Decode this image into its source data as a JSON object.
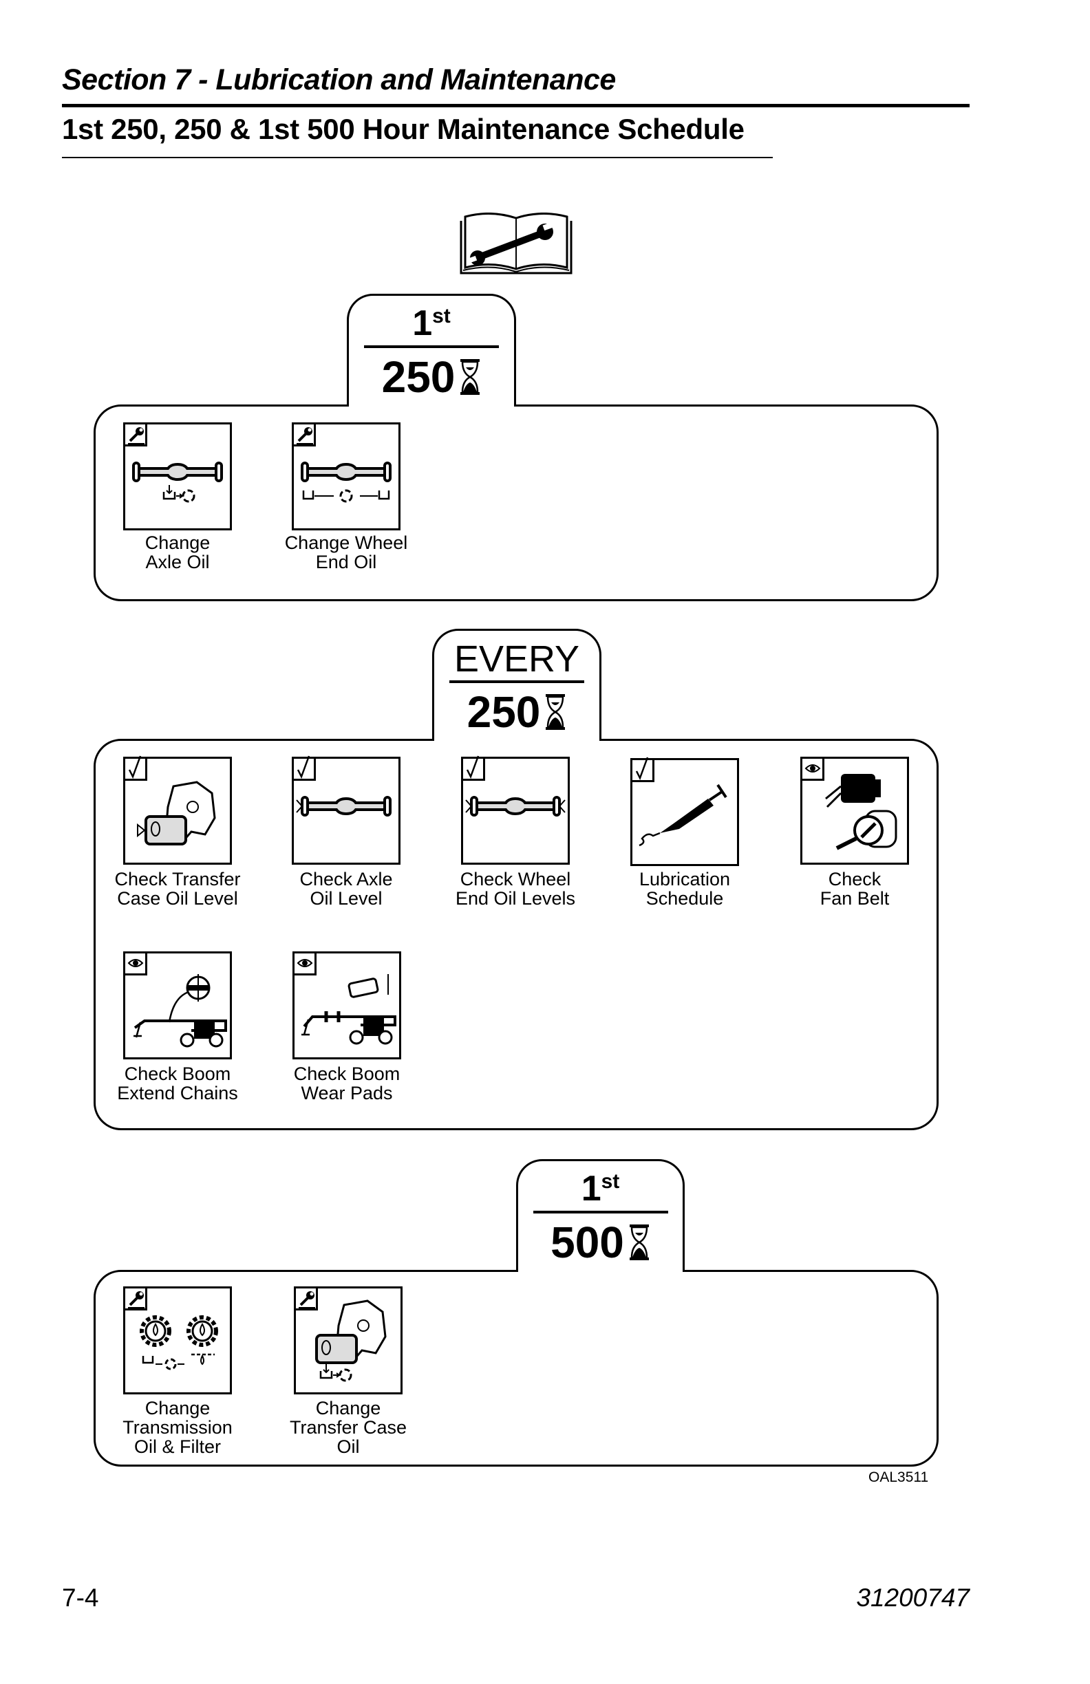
{
  "header": {
    "section_title": "Section 7 - Lubrication and Maintenance",
    "page_title": "1st 250, 250 & 1st 500 Hour Maintenance Schedule"
  },
  "manual_icon": "book-wrench-icon",
  "schedules": [
    {
      "prefix": "1",
      "prefix_sup": "st",
      "hours": "250",
      "hours_icon": "hourglass-icon",
      "tasks": [
        {
          "lines": [
            "Change",
            "Axle Oil"
          ],
          "badge": "wrench-icon"
        },
        {
          "lines": [
            "Change Wheel",
            "End Oil"
          ],
          "badge": "wrench-icon"
        }
      ]
    },
    {
      "prefix": "EVERY",
      "hours": "250",
      "hours_icon": "hourglass-icon",
      "tasks": [
        {
          "lines": [
            "Check Transfer",
            "Case Oil Level"
          ],
          "badge": "check-icon"
        },
        {
          "lines": [
            "Check Axle",
            "Oil Level"
          ],
          "badge": "check-icon"
        },
        {
          "lines": [
            "Check Wheel",
            "End Oil Levels"
          ],
          "badge": "check-icon"
        },
        {
          "lines": [
            "Lubrication",
            "Schedule"
          ],
          "badge": "check-icon"
        },
        {
          "lines": [
            "Check",
            "Fan Belt"
          ],
          "badge": "eye-icon"
        },
        {
          "lines": [
            "Check Boom",
            "Extend Chains"
          ],
          "badge": "eye-icon"
        },
        {
          "lines": [
            "Check Boom",
            "Wear Pads"
          ],
          "badge": "eye-icon"
        }
      ]
    },
    {
      "prefix": "1",
      "prefix_sup": "st",
      "hours": "500",
      "hours_icon": "hourglass-icon",
      "tasks": [
        {
          "lines": [
            "Change",
            "Transmission",
            "Oil & Filter"
          ],
          "badge": "wrench-icon"
        },
        {
          "lines": [
            "Change",
            "Transfer Case",
            "Oil"
          ],
          "badge": "wrench-icon"
        }
      ]
    }
  ],
  "figure_code": "OAL3511",
  "footer": {
    "page_number": "7-4",
    "document_number": "31200747"
  }
}
